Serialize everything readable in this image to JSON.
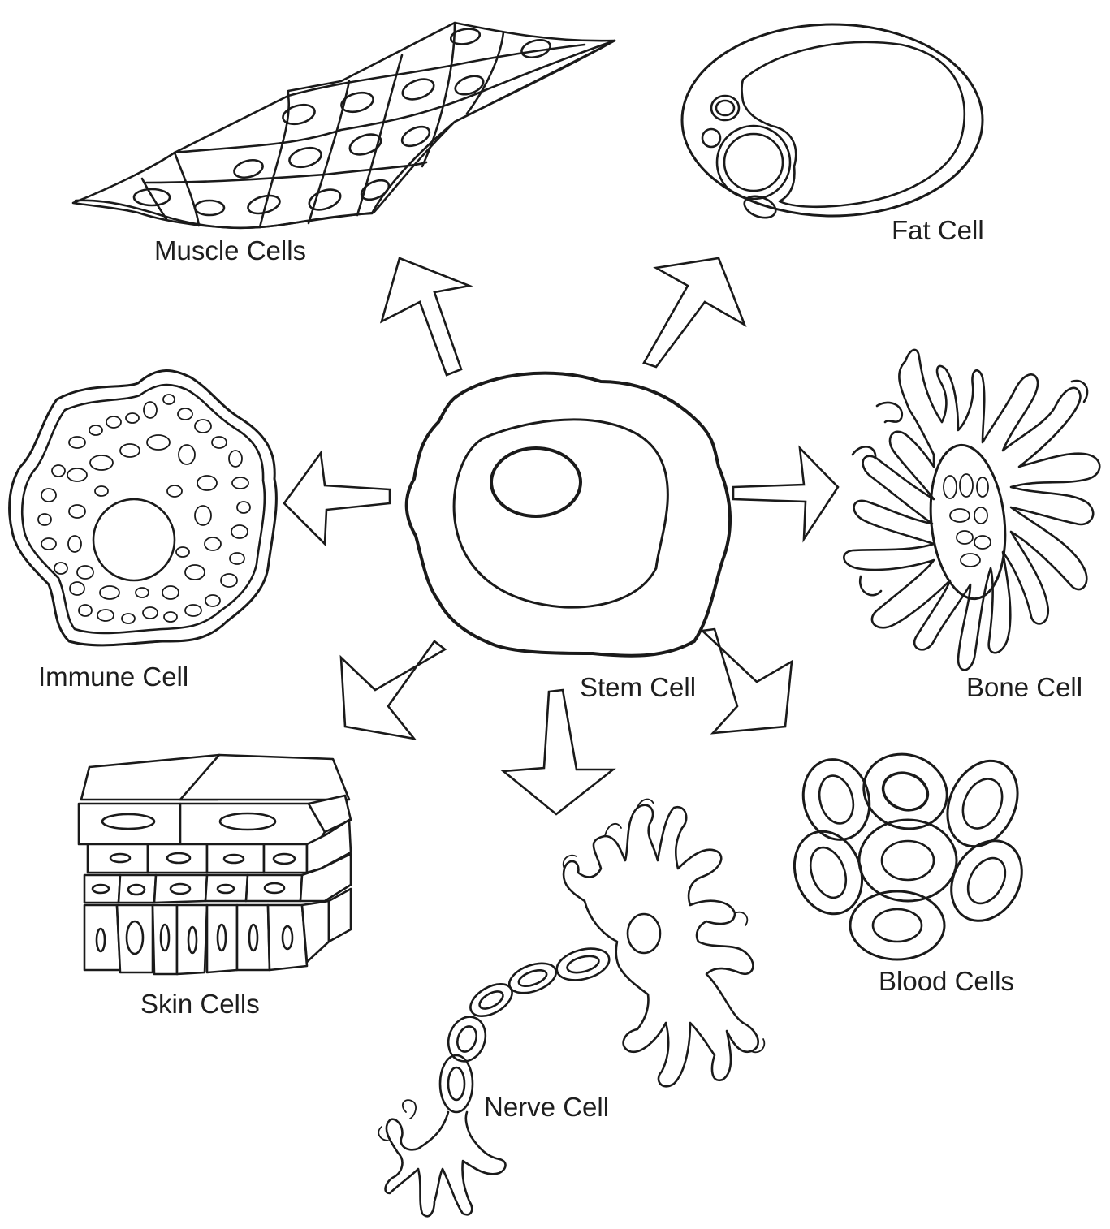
{
  "diagram": {
    "center": {
      "label": "Stem Cell",
      "icon": "stem-cell-icon"
    },
    "cells": [
      {
        "key": "muscle",
        "label": "Muscle Cells",
        "icon": "muscle-cells-icon"
      },
      {
        "key": "fat",
        "label": "Fat Cell",
        "icon": "fat-cell-icon"
      },
      {
        "key": "bone",
        "label": "Bone Cell",
        "icon": "bone-cell-icon"
      },
      {
        "key": "blood",
        "label": "Blood Cells",
        "icon": "blood-cells-icon"
      },
      {
        "key": "nerve",
        "label": "Nerve Cell",
        "icon": "nerve-cell-icon"
      },
      {
        "key": "skin",
        "label": "Skin Cells",
        "icon": "skin-cells-icon"
      },
      {
        "key": "immune",
        "label": "Immune Cell",
        "icon": "immune-cell-icon"
      }
    ],
    "colors": {
      "line": "#1a1a1a",
      "background": "#ffffff"
    }
  }
}
